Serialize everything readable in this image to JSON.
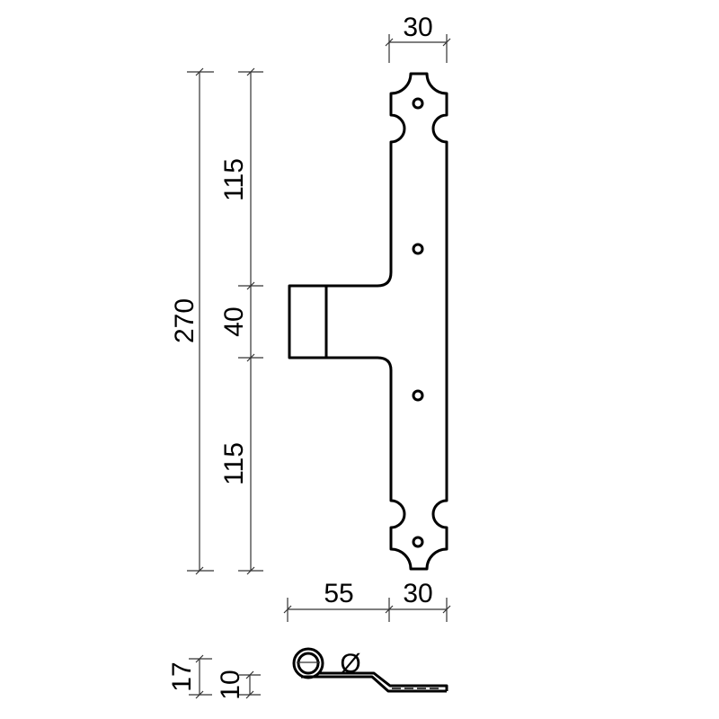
{
  "dimensions": {
    "top_width": "30",
    "total_height": "270",
    "upper_leaf": "115",
    "knuckle": "40",
    "lower_leaf": "115",
    "knuckle_projection": "55",
    "bottom_width": "30",
    "side_height": "17",
    "side_offset": "10",
    "pin_diameter": "Ø"
  }
}
